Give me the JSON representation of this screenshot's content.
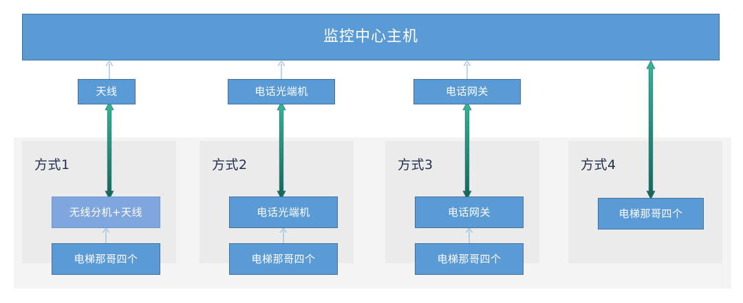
{
  "diagram": {
    "title_node": {
      "label": "监控中心主机"
    },
    "middle_row": [
      {
        "label": "天线"
      },
      {
        "label": "电话光端机"
      },
      {
        "label": "电话网关"
      }
    ],
    "groups": [
      {
        "label": "方式1",
        "nodes": [
          {
            "label": "无线分机+天线"
          },
          {
            "label": "电梯那哥四个"
          }
        ]
      },
      {
        "label": "方式2",
        "nodes": [
          {
            "label": "电话光端机"
          },
          {
            "label": "电梯那哥四个"
          }
        ]
      },
      {
        "label": "方式3",
        "nodes": [
          {
            "label": "电话网关"
          },
          {
            "label": "电梯那哥四个"
          }
        ]
      },
      {
        "label": "方式4",
        "nodes": [
          {
            "label": "电梯那哥四个"
          }
        ]
      }
    ],
    "colors": {
      "node_fill": "#5b9bd5",
      "node_fill_light": "#7fa6dd",
      "node_border": "#41719c",
      "node_text": "#ffffff",
      "panel_outer": "#f4f4f4",
      "panel_group": "#ebebeb",
      "group_label_text": "#21314d",
      "thin_arrow": "#9dc3e6",
      "thick_arrow_top": "#2eb88a",
      "thick_arrow_bottom": "#12684a",
      "background": "#ffffff"
    }
  }
}
